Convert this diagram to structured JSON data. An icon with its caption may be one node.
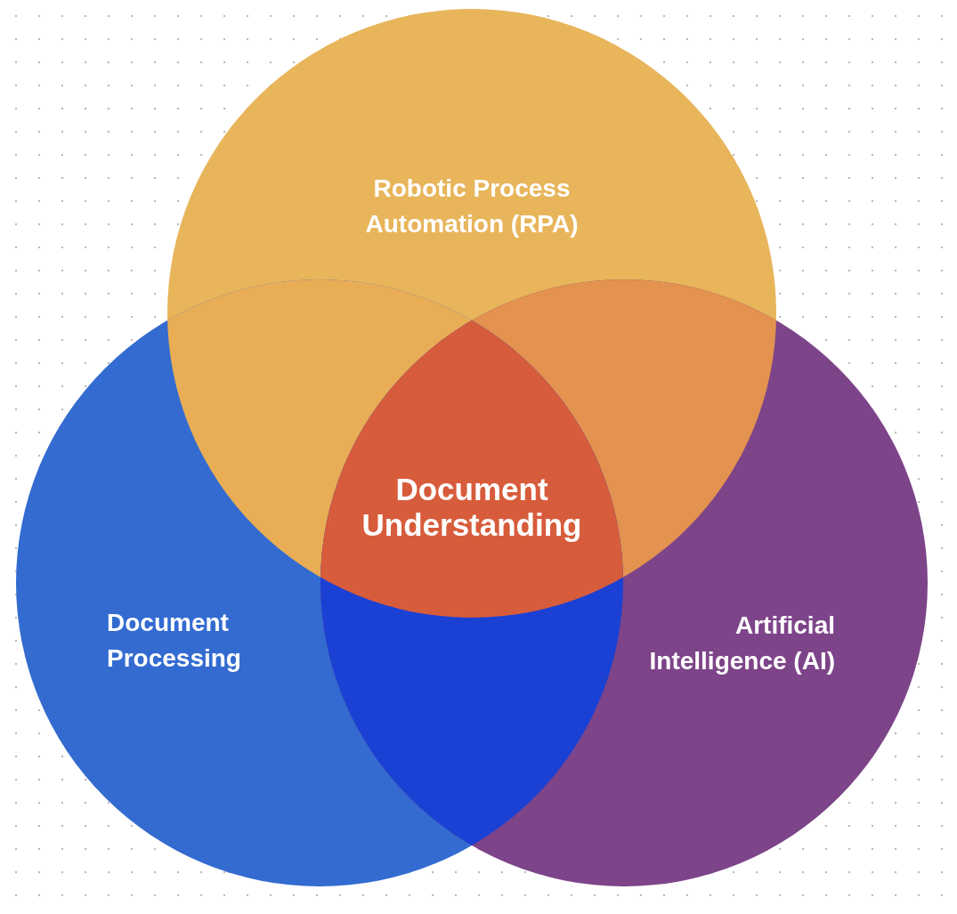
{
  "diagram": {
    "nodes": [
      {
        "text": [
          "Robotic Process Automation (RPA)"
        ]
      },
      {
        "text": [
          "Document Processing"
        ]
      },
      {
        "text": [
          "Artificial Intelligence (AI)"
        ]
      }
    ],
    "labels": [
      "Document Understanding"
    ]
  }
}
